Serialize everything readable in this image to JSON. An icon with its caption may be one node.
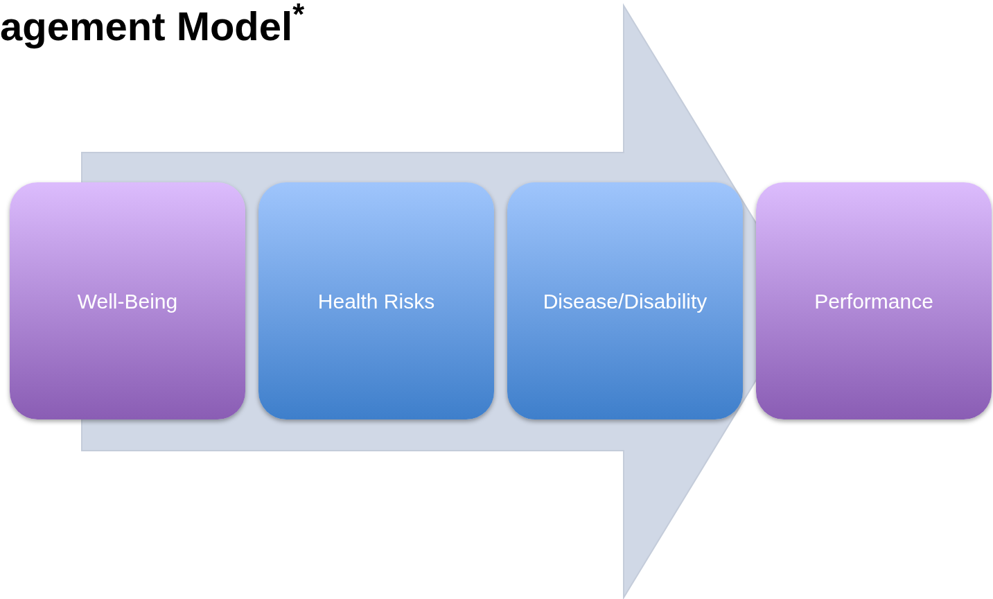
{
  "diagram": {
    "title": "agement Model$^{*}$",
    "nodes": [
      {
        "text": [
          "Well-Being"
        ]
      },
      {
        "text": [
          "Health Risks"
        ]
      },
      {
        "text": [
          "Disease/Disability"
        ]
      },
      {
        "text": [
          "Performance"
        ]
      }
    ],
    "edges": [
      {
        "from": 0,
        "to": 3,
        "arrow": "to"
      }
    ]
  }
}
